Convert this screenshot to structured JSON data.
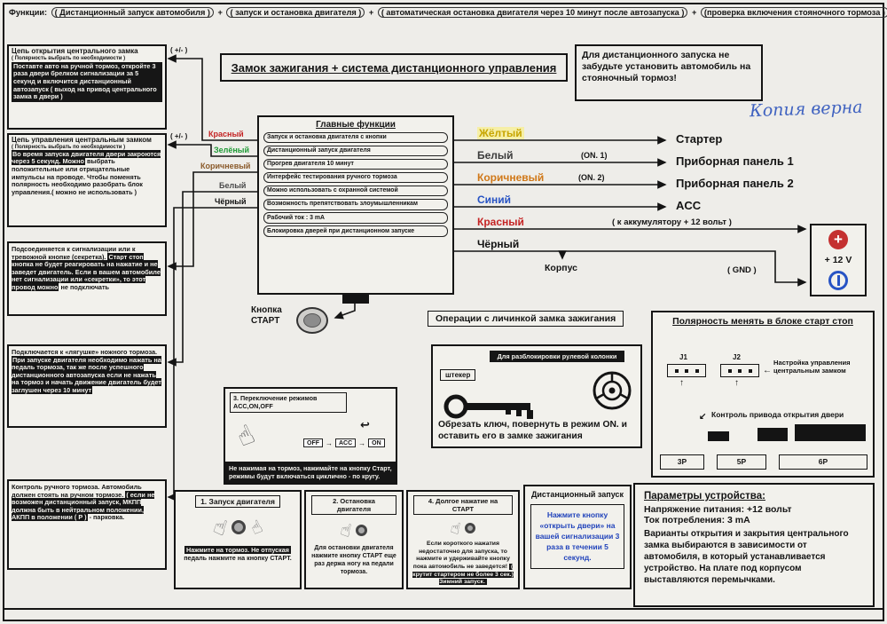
{
  "page": {
    "functions_label": "Функции:",
    "plus": "+",
    "functions": [
      "( Дистанционный запуск автомобиля )",
      "( запуск и остановка двигателя )",
      "( автоматическая остановка двигателя через 10 минут после автозапуска )",
      "(проверка включения стояночного тормоза )"
    ],
    "title": "Замок зажигания + система дистанционного управления",
    "warning": "Для дистанционного запуска не забудьте установить автомобиль на стояночный тормоз!",
    "copy_note": "Копия верна"
  },
  "icons": {
    "up_arrow": "↑",
    "left_arrow": "←",
    "down_left_arrow": "↙",
    "return_arrow": "↩",
    "right_arrow": "→",
    "pointing_hand": "☝",
    "plus_sign": "+"
  },
  "left_boxes": [
    {
      "title": "Цепь открытия центрального замка",
      "subtitle": "( Полярность выбрать по необходимости )",
      "polarity": "( +/- )",
      "body": "Поставте авто на ручной тормоз, откройте 3 раза двери брелком сигнализации за 5 секунд и включится дистанционный автозапуск ( выход на привод центрального замка в двери )"
    },
    {
      "title": "Цепь управления центральным замком",
      "subtitle": "( Полярность выбрать по необходимости )",
      "polarity": "( +/- )",
      "body_hl": "Во время запуска двигателя двери закроются через 5 секунд. Можно",
      "body": "выбрать положительные или отрицательные импульсы на проводе. Чтобы поменять полярность необходимо разобрать блок управления.( можно не использовать )"
    },
    {
      "lead": "Подсоединяется к сигнализации или к тревожной кнопке (секретка).",
      "body_hl": "Старт стоп кнопка не будет реагировать на нажатие и не заведет двигатель. Если в вашем автомобиле нет сигнализации или «секретки», то этот провод можно",
      "tail": "не подключать"
    },
    {
      "lead": "Подключается к «лягушке» ножного тормоза.",
      "body_hl": "При запуске двигателя необходимо нажать на педаль тормоза, так же после успешного дистанционного автозапуска если не нажать на тормоз и начать движение двигатель будет заглушен через 10 минут"
    },
    {
      "lead": "Контроль ручного тормоза. Автомобиль должен стоять на ручном тормозе.",
      "body_hl": "( если не возможен дистанционный запуск, МКПП должна быть в нейтральном положении, АКПП в положении ( P )",
      "tail": "- парковка."
    }
  ],
  "main_box": {
    "title": "Главные функции",
    "items": [
      "Запуск и остановка двигателя с кнопки",
      "Дистанционный запуск двигателя",
      "Прогрев двигателя 10 минут",
      "Интерфейс тестирования ручного тормоза",
      "Можно использовать с охранной системой",
      "Возможность препятствовать злоумышленникам",
      "Рабочий ток : 3 mA",
      "Блокировка дверей при дистанционном запуске"
    ]
  },
  "left_wires": [
    {
      "label": "Красный",
      "color": "#c42323"
    },
    {
      "label": "Зелёный",
      "color": "#1e9a35"
    },
    {
      "label": "Коричневый",
      "color": "#8a5a2a"
    },
    {
      "label": "Белый",
      "color": "#4a4a4a"
    },
    {
      "label": "Чёрный",
      "color": "#111111"
    }
  ],
  "right_wires": [
    {
      "label": "Жёлтый",
      "color": "#c7a500",
      "target": "Стартер"
    },
    {
      "label": "Белый",
      "color": "#3c3c3c",
      "note": "(ON. 1)",
      "target": "Приборная панель 1"
    },
    {
      "label": "Коричневый",
      "color": "#d07818",
      "note": "(ON. 2)",
      "target": "Приборная панель 2"
    },
    {
      "label": "Синий",
      "color": "#2753c4",
      "target": "ACC"
    },
    {
      "label": "Красный",
      "color": "#c42323",
      "target": "( к аккумулятору + 12 вольт )"
    },
    {
      "label": "Чёрный",
      "color": "#111111",
      "target": "Корпус",
      "note": "( GND )"
    }
  ],
  "battery": {
    "label": "+ 12 V"
  },
  "start_button": {
    "line1": "Кнопка",
    "line2": "СТАРТ"
  },
  "lock_ops": {
    "title": "Операции с личинкой замка зажигания",
    "plug": "штекер",
    "note": "Для разблокировки рулевой колонки",
    "instruction": "Обрезать ключ, повернуть в режим ON. и оставить его в замке зажигания"
  },
  "polarity_box": {
    "title": "Полярность менять в блоке старт стоп",
    "j1": "J1",
    "j2": "J2",
    "note_top": "Настройка управления центральным замком",
    "note_bottom": "Контроль привода открытия двери",
    "pins": [
      "3P",
      "5P",
      "6P"
    ]
  },
  "params_box": {
    "title": "Параметры устройства:",
    "voltage": "Напряжение питания: +12 вольт",
    "current": "Ток потребления: 3 mA",
    "body": "Варианты открытия и закрытия центрального замка выбираются в зависимости от автомобиля, в который устанавливается устройство. На плате под корпусом выставляются перемычками."
  },
  "mode_box": {
    "title": "3. Переключение режимов ACC,ON,OFF",
    "modes": [
      "OFF",
      "ACC",
      "ON"
    ],
    "body": "Не нажимая на тормоз, нажимайте на кнопку Старт, режимы будут включаться циклично - по кругу."
  },
  "steps": {
    "start": {
      "title": "1. Запуск двигателя",
      "body_hl": "Нажмите на тормоз. Не отпуская",
      "body": "педаль нажмите на кнопку СТАРТ."
    },
    "stop": {
      "title": "2. Остановка двигателя",
      "body": "Для остановки двигателя нажмите кнопку СТАРТ еще раз держа ногу на педали тормоза."
    },
    "long_press": {
      "title": "4. Долгое нажатие на СТАРТ",
      "body": "Если короткого нажатия недостаточно для запуска, то нажмите и удерживайте кнопку пока автомобиль не заведется!",
      "body_hl": "( крутит стартером не более 3 сек.) Зимний запуск."
    },
    "remote": {
      "title": "Дистанционный запуск",
      "body": "Нажмите кнопку «открыть двери» на вашей сигнализации 3 раза в течении 5 секунд."
    }
  }
}
